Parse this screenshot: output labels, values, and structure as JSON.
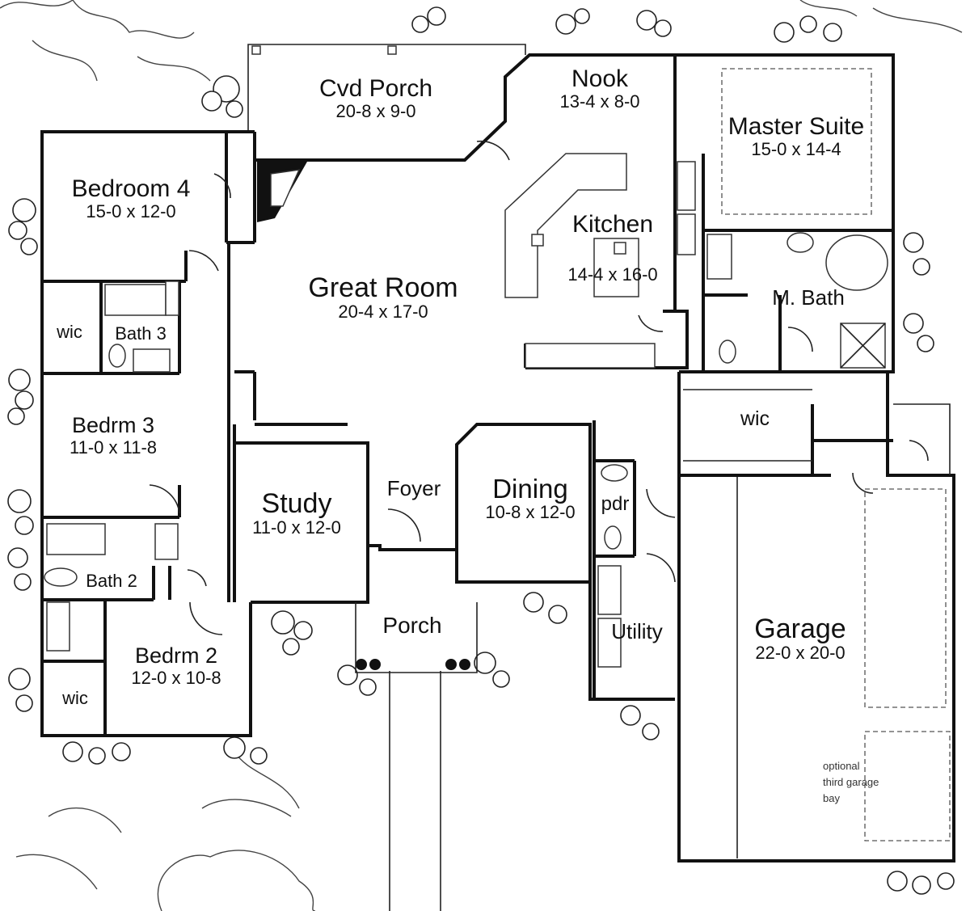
{
  "rooms": {
    "cvd_porch": {
      "name": "Cvd Porch",
      "dim": "20-8 x 9-0"
    },
    "nook": {
      "name": "Nook",
      "dim": "13-4 x 8-0"
    },
    "master_suite": {
      "name": "Master Suite",
      "dim": "15-0 x 14-4"
    },
    "bedroom4": {
      "name": "Bedroom 4",
      "dim": "15-0 x 12-0"
    },
    "kitchen": {
      "name": "Kitchen",
      "dim": "14-4 x 16-0"
    },
    "great_room": {
      "name": "Great Room",
      "dim": "20-4 x 17-0"
    },
    "m_bath": {
      "name": "M. Bath"
    },
    "wic_left": {
      "name": "wic"
    },
    "bath3": {
      "name": "Bath 3"
    },
    "bedrm3": {
      "name": "Bedrm 3",
      "dim": "11-0 x 11-8"
    },
    "wic_master": {
      "name": "wic"
    },
    "study": {
      "name": "Study",
      "dim": "11-0 x 12-0"
    },
    "foyer": {
      "name": "Foyer"
    },
    "dining": {
      "name": "Dining",
      "dim": "10-8 x 12-0"
    },
    "pdr": {
      "name": "pdr"
    },
    "bath2": {
      "name": "Bath 2"
    },
    "porch": {
      "name": "Porch"
    },
    "utility": {
      "name": "Utility"
    },
    "garage": {
      "name": "Garage",
      "dim": "22-0 x 20-0"
    },
    "bedrm2": {
      "name": "Bedrm 2",
      "dim": "12-0 x 10-8"
    },
    "wic_bed2": {
      "name": "wic"
    }
  },
  "notes": {
    "garage_bay_line1": "optional",
    "garage_bay_line2": "third garage",
    "garage_bay_line3": "bay"
  }
}
